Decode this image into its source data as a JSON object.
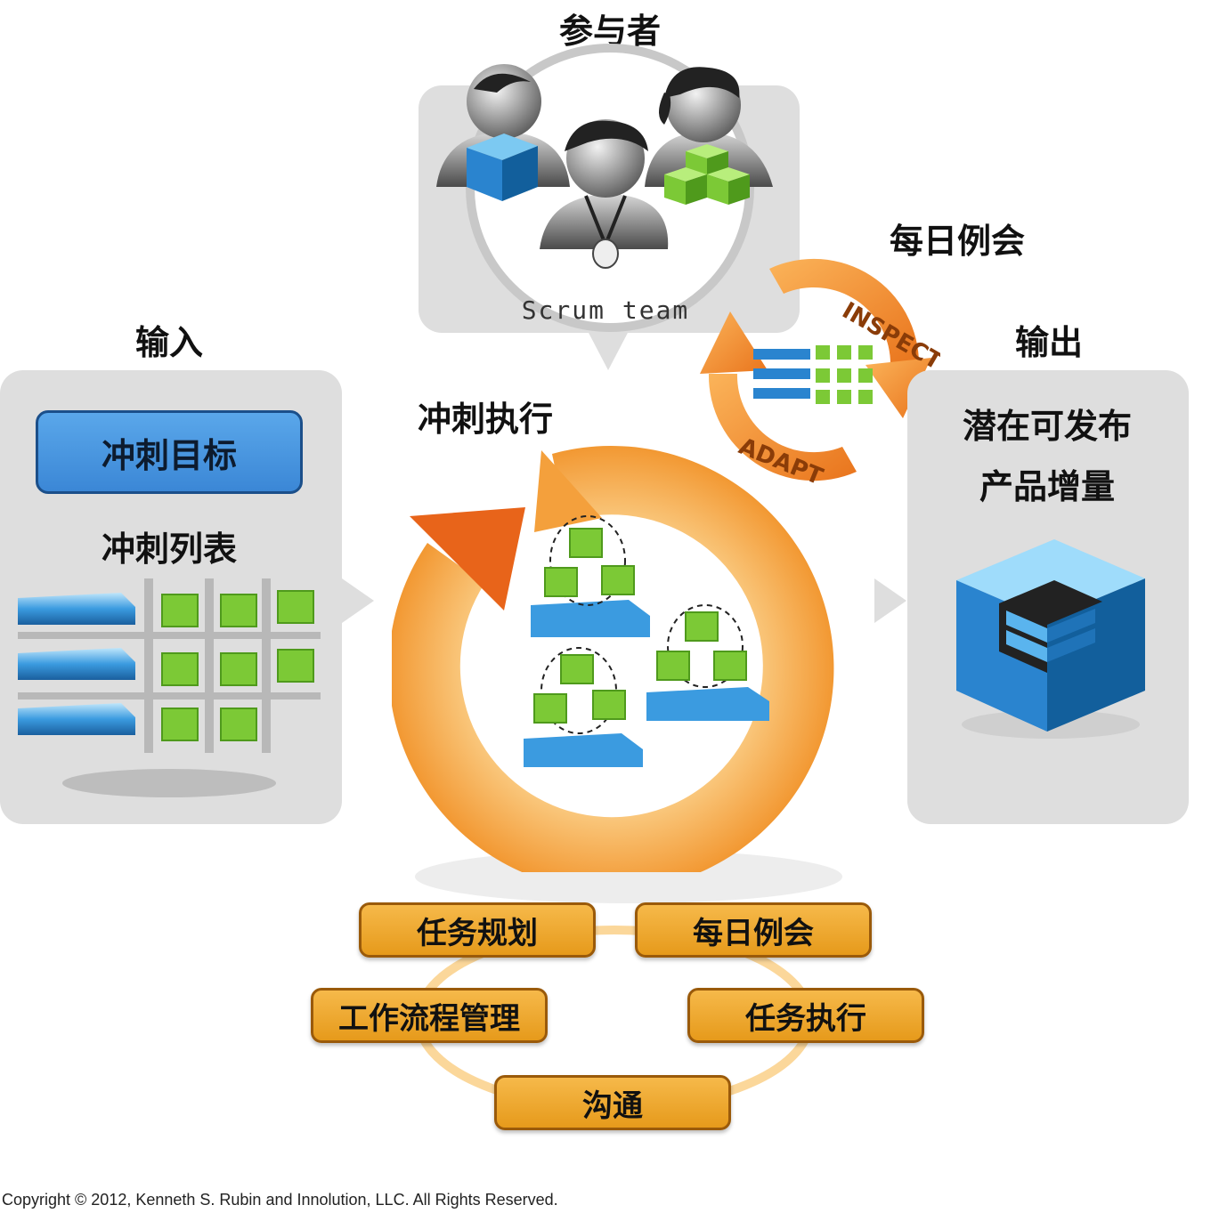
{
  "participants": {
    "title": "参与者",
    "team_label": "Scrum team"
  },
  "daily_scrum": {
    "title": "每日例会",
    "inspect_label": "INSPECT",
    "adapt_label": "ADAPT"
  },
  "input": {
    "title": "输入",
    "sprint_goal": "冲刺目标",
    "sprint_backlog": "冲刺列表"
  },
  "execution": {
    "title": "冲刺执行"
  },
  "output": {
    "title": "输出",
    "line1": "潜在可发布",
    "line2": "产品增量"
  },
  "activities": {
    "task_planning": "任务规划",
    "daily_scrum": "每日例会",
    "flow_management": "工作流程管理",
    "task_execution": "任务执行",
    "communication": "沟通"
  },
  "colors": {
    "orange": "#f39c2a",
    "blue": "#3b87d6",
    "green": "#7ccd3a",
    "panel": "#dedede"
  },
  "copyright": "Copyright © 2012, Kenneth S. Rubin and Innolution, LLC. All Rights Reserved."
}
